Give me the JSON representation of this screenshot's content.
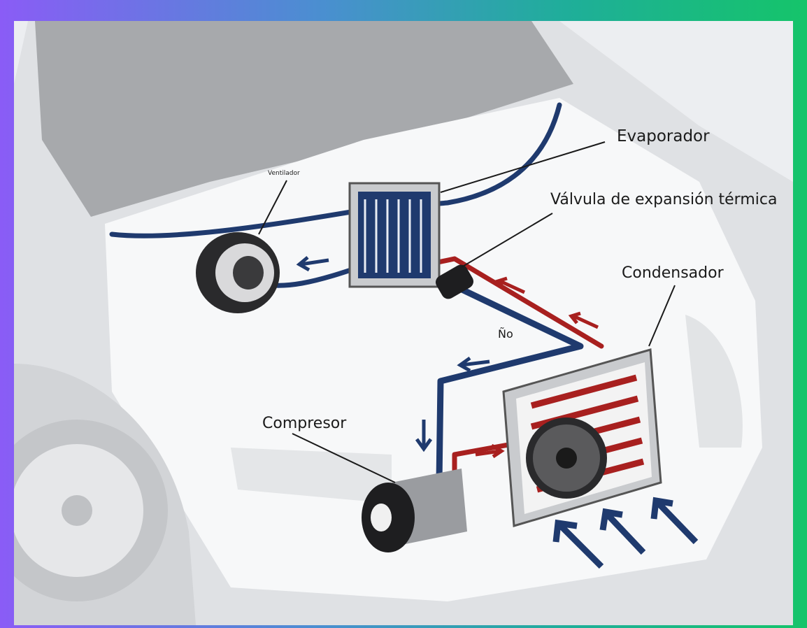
{
  "labels": {
    "evaporator": "Evaporador",
    "expansion_valve": "Válvula de expansión térmica",
    "condenser": "Condensador",
    "compressor": "Compresor",
    "fan": "Ventilador",
    "pipe_note": "Ño"
  },
  "colors": {
    "cold_line": "#1f3a6e",
    "hot_line": "#a8201f",
    "airflow_arrow": "#1f3a6e",
    "frame_left": "#8a5cf6",
    "frame_right": "#15c46a"
  }
}
